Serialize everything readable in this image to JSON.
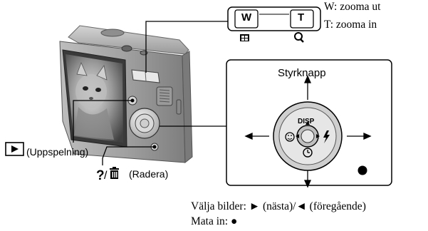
{
  "zoom": {
    "w_button": "W",
    "t_button": "T",
    "w_text": "W: zooma ut",
    "t_text": "T: zooma in"
  },
  "control": {
    "title": "Styrknapp",
    "disp": "DISP"
  },
  "labels": {
    "playback": "(Uppspelning)",
    "delete": "(Radera)"
  },
  "instructions": {
    "select": "Välja bilder: ► (nästa)/◄ (föregående)",
    "enter": "Mata in: ●"
  },
  "colors": {
    "camera_body": "#a4a4a4",
    "screen_frame": "#3a3a3a",
    "line": "#000000"
  },
  "icons": [
    "playback-icon",
    "help-icon",
    "trash-icon",
    "face-icon",
    "flash-icon",
    "self-timer-icon",
    "index-icon",
    "magnify-icon"
  ]
}
